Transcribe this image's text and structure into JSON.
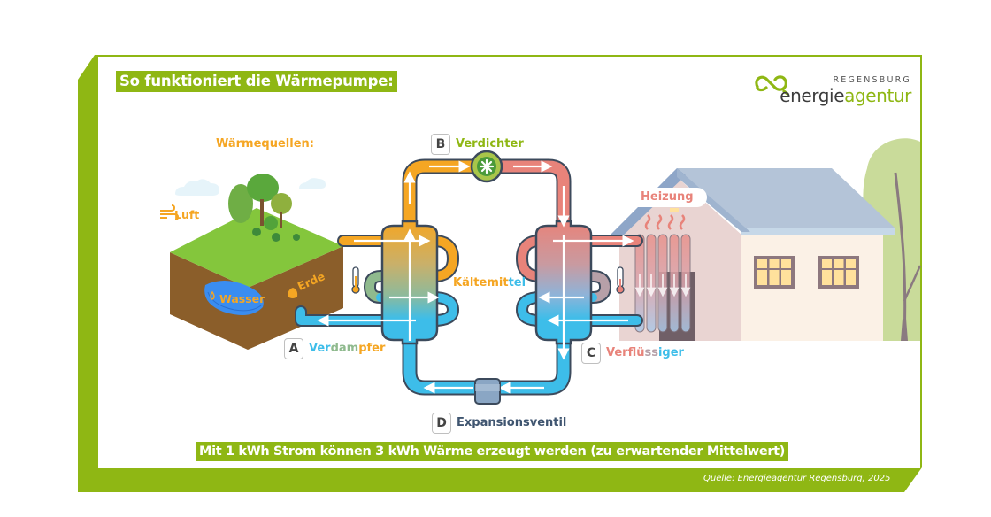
{
  "header": {
    "title": "So funktioniert die Wärmepumpe:"
  },
  "logo": {
    "city": "REGENSBURG",
    "name_part1": "energie",
    "name_part2": "agentur"
  },
  "heat_sources": {
    "heading": "Wärmequellen:",
    "items": [
      {
        "label": "Luft",
        "icon": "wind-icon"
      },
      {
        "label": "Wasser",
        "icon": "water-drop-icon"
      },
      {
        "label": "Erde",
        "icon": "soil-icon"
      }
    ]
  },
  "components": [
    {
      "letter": "A",
      "name_parts": [
        "Ver",
        "dam",
        "pfer"
      ],
      "colors": [
        "#3dbde9",
        "#8fba8e",
        "#f5a623"
      ]
    },
    {
      "letter": "B",
      "name_parts": [
        "Verdichter"
      ],
      "colors": [
        "#8fb714"
      ]
    },
    {
      "letter": "C",
      "name_parts": [
        "Verflü",
        "ss",
        "iger"
      ],
      "colors": [
        "#e8837a",
        "#b7a0a8",
        "#3dbde9"
      ]
    },
    {
      "letter": "D",
      "name_parts": [
        "Expansionsventil"
      ],
      "colors": [
        "#3f5570"
      ]
    }
  ],
  "refrigerant": {
    "parts": [
      "Kältemit",
      "tel"
    ],
    "colors": [
      "#f5a623",
      "#3dbde9"
    ]
  },
  "house": {
    "heating_label": "Heizung"
  },
  "footer": {
    "statement": "Mit 1 kWh Strom können 3 kWh Wärme erzeugt werden (zu erwartender Mittelwert)",
    "source": "Quelle: Energieagentur Regensburg, 2025"
  },
  "colors": {
    "brand_green": "#8fb714",
    "warm_orange": "#f5a623",
    "cold_blue": "#3dbde9",
    "hot_red": "#e8837a",
    "outline": "#3c4a5c"
  }
}
